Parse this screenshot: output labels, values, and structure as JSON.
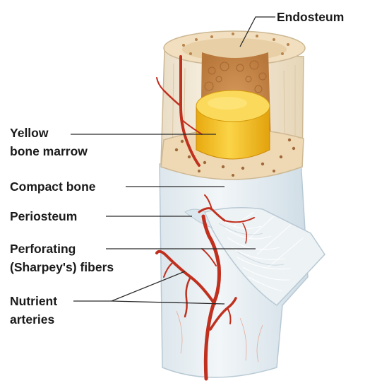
{
  "labels": {
    "endosteum": "Endosteum",
    "yellow_marrow_line1": "Yellow",
    "yellow_marrow_line2": "bone marrow",
    "compact_bone": "Compact bone",
    "periosteum": "Periosteum",
    "perforating_line1": "Perforating",
    "perforating_line2": "(Sharpey's) fibers",
    "nutrient_line1": "Nutrient",
    "nutrient_line2": "arteries"
  },
  "colors": {
    "bone_light": "#f3e6d0",
    "bone_shadow": "#e3cfae",
    "compact_ring": "#ecd5b0",
    "spongy": "#c98b4e",
    "yellow_marrow": "#f3c21b",
    "periosteum": "#dbe7ee",
    "artery": "#c0301f",
    "leader": "#2a2a2a"
  }
}
